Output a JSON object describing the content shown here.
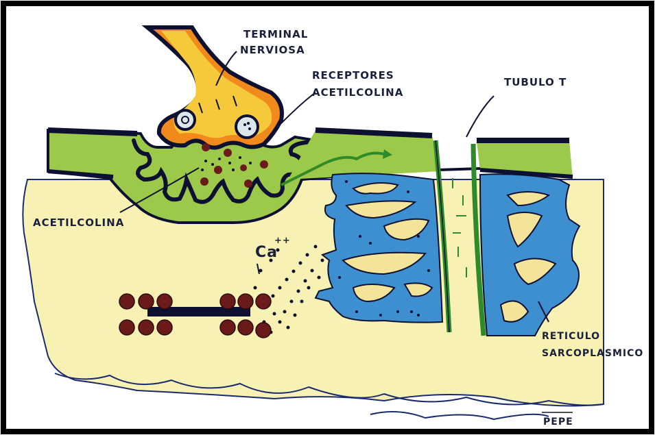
{
  "labels": {
    "terminal_line1": "TERMINAL",
    "terminal_line2": "NERVIOSA",
    "receptores_line1": "RECEPTORES",
    "receptores_line2": "ACETILCOLINA",
    "tubulo": "TUBULO T",
    "acetilcolina": "ACETILCOLINA",
    "calcium": "Ca",
    "calcium_charge": "++",
    "reticulo_line1": "RETICULO",
    "reticulo_line2": "SARCOPLASMICO",
    "signature": "PEPE"
  },
  "colors": {
    "muscle_fill": "#f7f2b4",
    "membrane_green": "#9cc94a",
    "nerve_orange": "#f08a1c",
    "nerve_yellow": "#f6c93b",
    "reticulum_blue": "#3e8fd0",
    "outline": "#0d1030",
    "dots": "#6b1a1a"
  }
}
